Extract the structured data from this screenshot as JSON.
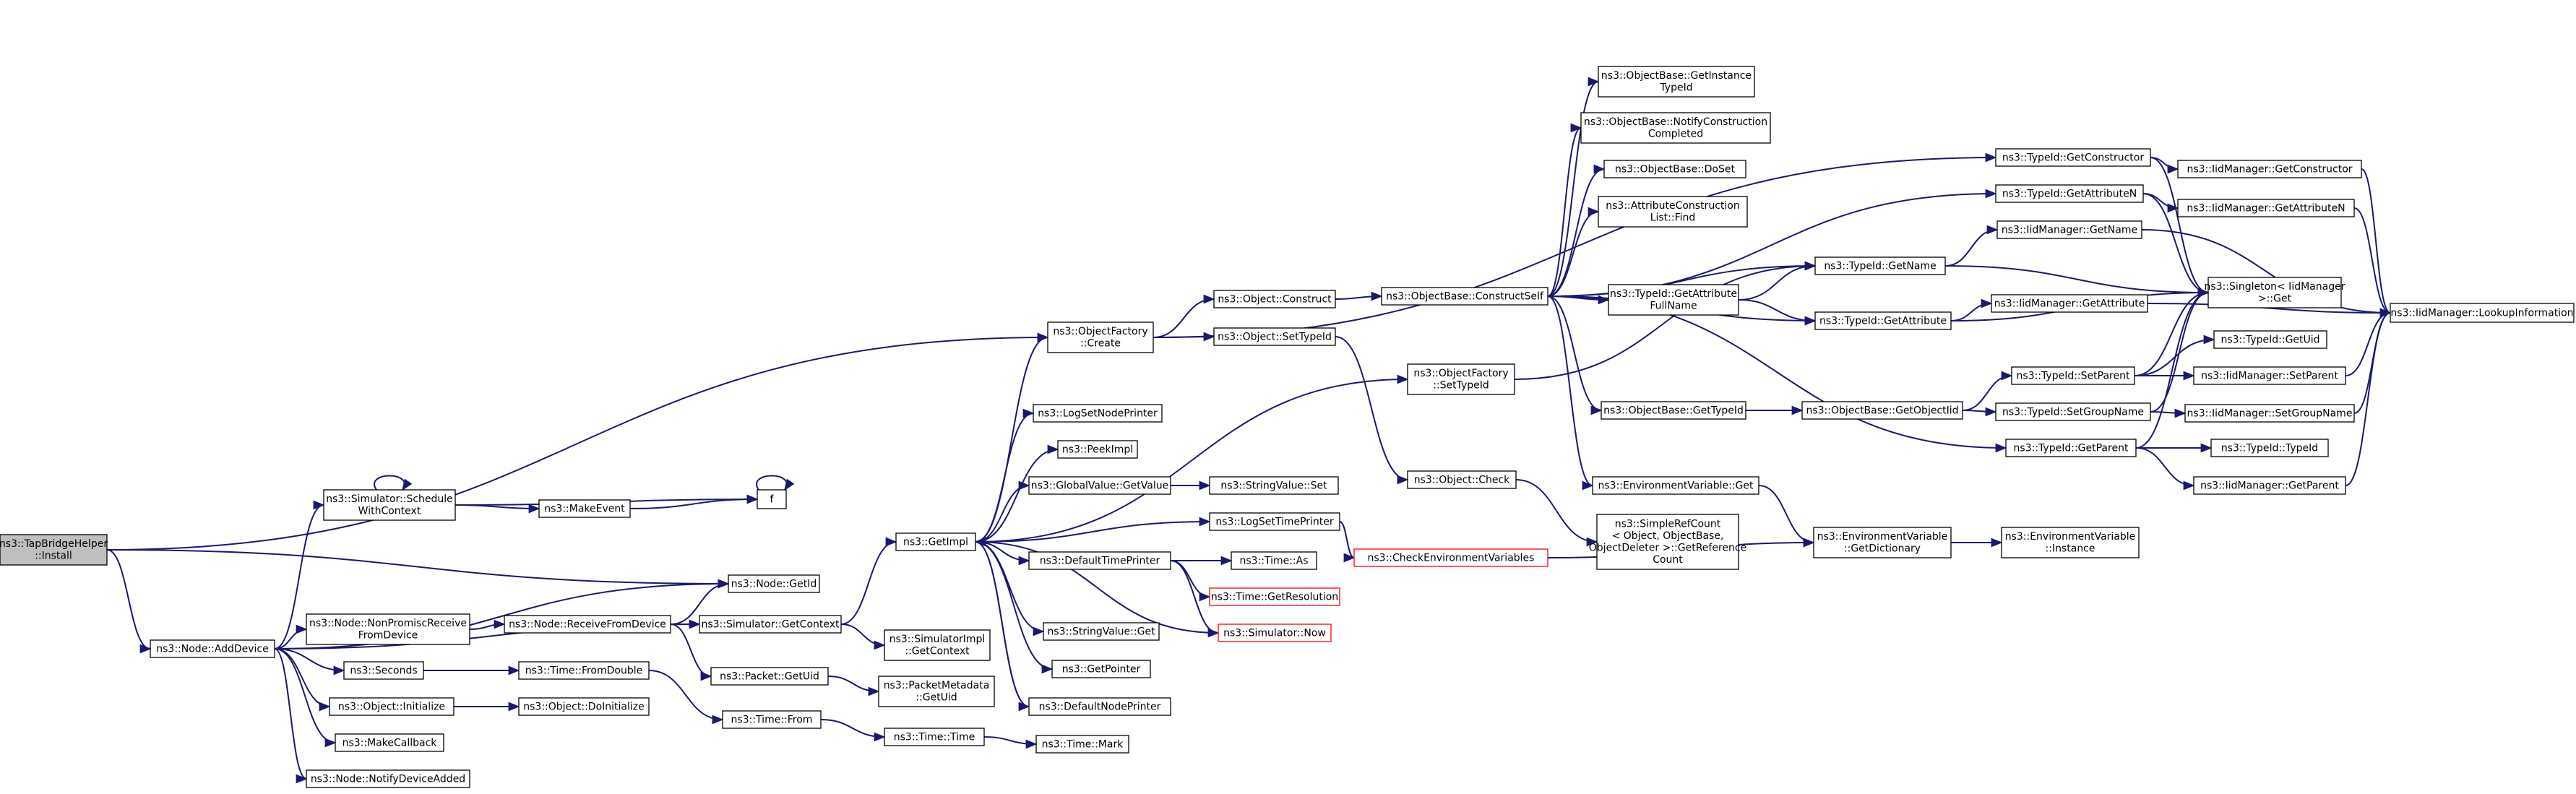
{
  "diagram": {
    "nodes": [
      {
        "id": "tapbridge",
        "lines": [
          "ns3::TapBridgeHelper",
          "::Install"
        ],
        "style": "root"
      },
      {
        "id": "adddevice",
        "lines": [
          "ns3::Node::AddDevice"
        ]
      },
      {
        "id": "schedctx",
        "lines": [
          "ns3::Simulator::Schedule",
          "WithContext"
        ]
      },
      {
        "id": "makeevent",
        "lines": [
          "ns3::MakeEvent"
        ]
      },
      {
        "id": "f",
        "lines": [
          "f"
        ]
      },
      {
        "id": "getid",
        "lines": [
          "ns3::Node::GetId"
        ]
      },
      {
        "id": "nonpromisc",
        "lines": [
          "ns3::Node::NonPromiscReceive",
          "FromDevice"
        ]
      },
      {
        "id": "recvfromdev",
        "lines": [
          "ns3::Node::ReceiveFromDevice"
        ]
      },
      {
        "id": "simgetctx",
        "lines": [
          "ns3::Simulator::GetContext"
        ]
      },
      {
        "id": "simimplctx",
        "lines": [
          "ns3::SimulatorImpl",
          "::GetContext"
        ]
      },
      {
        "id": "seconds",
        "lines": [
          "ns3::Seconds"
        ]
      },
      {
        "id": "fromdouble",
        "lines": [
          "ns3::Time::FromDouble"
        ]
      },
      {
        "id": "objinit",
        "lines": [
          "ns3::Object::Initialize"
        ]
      },
      {
        "id": "doinit",
        "lines": [
          "ns3::Object::DoInitialize"
        ]
      },
      {
        "id": "makecb",
        "lines": [
          "ns3::MakeCallback"
        ]
      },
      {
        "id": "notifyadded",
        "lines": [
          "ns3::Node::NotifyDeviceAdded"
        ]
      },
      {
        "id": "pktuid",
        "lines": [
          "ns3::Packet::GetUid"
        ]
      },
      {
        "id": "pmdetuid",
        "lines": [
          "ns3::PacketMetadata",
          "::GetUid"
        ]
      },
      {
        "id": "timefrom",
        "lines": [
          "ns3::Time::From"
        ]
      },
      {
        "id": "timetime",
        "lines": [
          "ns3::Time::Time"
        ]
      },
      {
        "id": "timemark",
        "lines": [
          "ns3::Time::Mark"
        ]
      },
      {
        "id": "getimpl",
        "lines": [
          "ns3::GetImpl"
        ]
      },
      {
        "id": "objfcreate",
        "lines": [
          "ns3::ObjectFactory",
          "::Create"
        ]
      },
      {
        "id": "logsetnode",
        "lines": [
          "ns3::LogSetNodePrinter"
        ]
      },
      {
        "id": "peekimpl",
        "lines": [
          "ns3::PeekImpl"
        ]
      },
      {
        "id": "gvgetvalue",
        "lines": [
          "ns3::GlobalValue::GetValue"
        ]
      },
      {
        "id": "defprinter",
        "lines": [
          "ns3::DefaultTimePrinter"
        ]
      },
      {
        "id": "strget",
        "lines": [
          "ns3::StringValue::Get"
        ]
      },
      {
        "id": "getpointer",
        "lines": [
          "ns3::GetPointer"
        ]
      },
      {
        "id": "defnodeprinter",
        "lines": [
          "ns3::DefaultNodePrinter"
        ]
      },
      {
        "id": "strset",
        "lines": [
          "ns3::StringValue::Set"
        ]
      },
      {
        "id": "logsettime",
        "lines": [
          "ns3::LogSetTimePrinter"
        ]
      },
      {
        "id": "timeas",
        "lines": [
          "ns3::Time::As"
        ]
      },
      {
        "id": "getres",
        "lines": [
          "ns3::Time::GetResolution"
        ],
        "style": "red"
      },
      {
        "id": "simnow",
        "lines": [
          "ns3::Simulator::Now"
        ],
        "style": "red"
      },
      {
        "id": "objconstruct",
        "lines": [
          "ns3::Object::Construct"
        ]
      },
      {
        "id": "objsettype",
        "lines": [
          "ns3::Object::SetTypeId"
        ]
      },
      {
        "id": "objfsettype",
        "lines": [
          "ns3::ObjectFactory",
          "::SetTypeId"
        ]
      },
      {
        "id": "objcheck",
        "lines": [
          "ns3::Object::Check"
        ]
      },
      {
        "id": "checkenv",
        "lines": [
          "ns3::CheckEnvironmentVariables"
        ],
        "style": "red"
      },
      {
        "id": "refcount",
        "lines": [
          "ns3::SimpleRefCount",
          "< Object, ObjectBase,",
          "ObjectDeleter >::GetReference",
          "Count"
        ]
      },
      {
        "id": "constructself",
        "lines": [
          "ns3::ObjectBase::ConstructSelf"
        ]
      },
      {
        "id": "getinsttype",
        "lines": [
          "ns3::ObjectBase::GetInstance",
          "TypeId"
        ]
      },
      {
        "id": "notifyconst",
        "lines": [
          "ns3::ObjectBase::NotifyConstruction",
          "Completed"
        ]
      },
      {
        "id": "doset",
        "lines": [
          "ns3::ObjectBase::DoSet"
        ]
      },
      {
        "id": "attrfind",
        "lines": [
          "ns3::AttributeConstruction",
          "List::Find"
        ]
      },
      {
        "id": "getattrfull",
        "lines": [
          "ns3::TypeId::GetAttribute",
          "FullName"
        ]
      },
      {
        "id": "obgettype",
        "lines": [
          "ns3::ObjectBase::GetTypeId"
        ]
      },
      {
        "id": "envget",
        "lines": [
          "ns3::EnvironmentVariable::Get"
        ]
      },
      {
        "id": "typegetname",
        "lines": [
          "ns3::TypeId::GetName"
        ]
      },
      {
        "id": "typegetattr",
        "lines": [
          "ns3::TypeId::GetAttribute"
        ]
      },
      {
        "id": "getobjectiid",
        "lines": [
          "ns3::ObjectBase::GetObjectIid"
        ]
      },
      {
        "id": "envgetdict",
        "lines": [
          "ns3::EnvironmentVariable",
          "::GetDictionary"
        ]
      },
      {
        "id": "envinst",
        "lines": [
          "ns3::EnvironmentVariable",
          "::Instance"
        ]
      },
      {
        "id": "typegetctor",
        "lines": [
          "ns3::TypeId::GetConstructor"
        ]
      },
      {
        "id": "typegetattrn",
        "lines": [
          "ns3::TypeId::GetAttributeN"
        ]
      },
      {
        "id": "iidgetname",
        "lines": [
          "ns3::IidManager::GetName"
        ]
      },
      {
        "id": "iidgetattr",
        "lines": [
          "ns3::IidManager::GetAttribute"
        ]
      },
      {
        "id": "typesetparent",
        "lines": [
          "ns3::TypeId::SetParent"
        ]
      },
      {
        "id": "typesetgroup",
        "lines": [
          "ns3::TypeId::SetGroupName"
        ]
      },
      {
        "id": "typegetparent",
        "lines": [
          "ns3::TypeId::GetParent"
        ]
      },
      {
        "id": "iidgetctor",
        "lines": [
          "ns3::IidManager::GetConstructor"
        ]
      },
      {
        "id": "iidgetattrn",
        "lines": [
          "ns3::IidManager::GetAttributeN"
        ]
      },
      {
        "id": "singleton",
        "lines": [
          "ns3::Singleton< IidManager",
          ">::Get"
        ]
      },
      {
        "id": "typegetuid",
        "lines": [
          "ns3::TypeId::GetUid"
        ]
      },
      {
        "id": "iidsetparent",
        "lines": [
          "ns3::IidManager::SetParent"
        ]
      },
      {
        "id": "iidsetgroup",
        "lines": [
          "ns3::IidManager::SetGroupName"
        ]
      },
      {
        "id": "typetypeid",
        "lines": [
          "ns3::TypeId::TypeId"
        ]
      },
      {
        "id": "iidgetparent",
        "lines": [
          "ns3::IidManager::GetParent"
        ]
      },
      {
        "id": "lookupinfo",
        "lines": [
          "ns3::IidManager::LookupInformation"
        ]
      }
    ],
    "edges": [
      [
        "tapbridge",
        "adddevice"
      ],
      [
        "tapbridge",
        "getid"
      ],
      [
        "tapbridge",
        "objfcreate"
      ],
      [
        "adddevice",
        "schedctx"
      ],
      [
        "adddevice",
        "getid"
      ],
      [
        "adddevice",
        "nonpromisc"
      ],
      [
        "adddevice",
        "simgetctx"
      ],
      [
        "adddevice",
        "seconds"
      ],
      [
        "adddevice",
        "objinit"
      ],
      [
        "adddevice",
        "makecb"
      ],
      [
        "adddevice",
        "notifyadded"
      ],
      [
        "schedctx",
        "schedctx"
      ],
      [
        "schedctx",
        "makeevent"
      ],
      [
        "schedctx",
        "f"
      ],
      [
        "makeevent",
        "f"
      ],
      [
        "f",
        "f"
      ],
      [
        "nonpromisc",
        "recvfromdev"
      ],
      [
        "recvfromdev",
        "getid"
      ],
      [
        "recvfromdev",
        "simgetctx"
      ],
      [
        "recvfromdev",
        "pktuid"
      ],
      [
        "simgetctx",
        "getimpl"
      ],
      [
        "simgetctx",
        "simimplctx"
      ],
      [
        "seconds",
        "fromdouble"
      ],
      [
        "fromdouble",
        "timefrom"
      ],
      [
        "objinit",
        "doinit"
      ],
      [
        "pktuid",
        "pmdetuid"
      ],
      [
        "timefrom",
        "timetime"
      ],
      [
        "timetime",
        "timemark"
      ],
      [
        "getimpl",
        "objfcreate"
      ],
      [
        "getimpl",
        "objfsettype"
      ],
      [
        "getimpl",
        "logsetnode"
      ],
      [
        "getimpl",
        "peekimpl"
      ],
      [
        "getimpl",
        "gvgetvalue"
      ],
      [
        "getimpl",
        "logsettime"
      ],
      [
        "getimpl",
        "defprinter"
      ],
      [
        "getimpl",
        "strget"
      ],
      [
        "getimpl",
        "getpointer"
      ],
      [
        "getimpl",
        "defnodeprinter"
      ],
      [
        "gvgetvalue",
        "strset"
      ],
      [
        "defprinter",
        "timeas"
      ],
      [
        "defprinter",
        "getres"
      ],
      [
        "defprinter",
        "simnow"
      ],
      [
        "simnow",
        "getimpl"
      ],
      [
        "defnodeprinter",
        "getimpl"
      ],
      [
        "logsettime",
        "checkenv"
      ],
      [
        "objfcreate",
        "objconstruct"
      ],
      [
        "objfcreate",
        "objsettype"
      ],
      [
        "objfcreate",
        "typegetctor"
      ],
      [
        "objconstruct",
        "constructself"
      ],
      [
        "objsettype",
        "objcheck"
      ],
      [
        "objcheck",
        "refcount"
      ],
      [
        "objfsettype",
        "typegetname"
      ],
      [
        "checkenv",
        "envgetdict"
      ],
      [
        "constructself",
        "getinsttype"
      ],
      [
        "constructself",
        "notifyconst"
      ],
      [
        "constructself",
        "doset"
      ],
      [
        "constructself",
        "attrfind"
      ],
      [
        "constructself",
        "getattrfull"
      ],
      [
        "constructself",
        "obgettype"
      ],
      [
        "constructself",
        "envget"
      ],
      [
        "constructself",
        "typegetname"
      ],
      [
        "constructself",
        "typegetattr"
      ],
      [
        "constructself",
        "typegetattrn"
      ],
      [
        "constructself",
        "typegetparent"
      ],
      [
        "getattrfull",
        "typegetname"
      ],
      [
        "getattrfull",
        "typegetattr"
      ],
      [
        "obgettype",
        "getobjectiid"
      ],
      [
        "envget",
        "envgetdict"
      ],
      [
        "envgetdict",
        "envinst"
      ],
      [
        "typegetname",
        "iidgetname"
      ],
      [
        "typegetname",
        "singleton"
      ],
      [
        "typegetattr",
        "iidgetattr"
      ],
      [
        "typegetattr",
        "singleton"
      ],
      [
        "getobjectiid",
        "typesetparent"
      ],
      [
        "getobjectiid",
        "typesetgroup"
      ],
      [
        "typegetctor",
        "iidgetctor"
      ],
      [
        "typegetctor",
        "singleton"
      ],
      [
        "typegetattrn",
        "iidgetattrn"
      ],
      [
        "typegetattrn",
        "singleton"
      ],
      [
        "iidgetname",
        "lookupinfo"
      ],
      [
        "iidgetattr",
        "lookupinfo"
      ],
      [
        "iidgetctor",
        "lookupinfo"
      ],
      [
        "iidgetattrn",
        "lookupinfo"
      ],
      [
        "typesetparent",
        "singleton"
      ],
      [
        "typesetparent",
        "typegetuid"
      ],
      [
        "typesetparent",
        "iidsetparent"
      ],
      [
        "typesetgroup",
        "singleton"
      ],
      [
        "typesetgroup",
        "iidsetgroup"
      ],
      [
        "typegetparent",
        "singleton"
      ],
      [
        "typegetparent",
        "typetypeid"
      ],
      [
        "typegetparent",
        "iidgetparent"
      ],
      [
        "iidsetparent",
        "lookupinfo"
      ],
      [
        "iidsetgroup",
        "lookupinfo"
      ],
      [
        "iidgetparent",
        "lookupinfo"
      ]
    ]
  }
}
